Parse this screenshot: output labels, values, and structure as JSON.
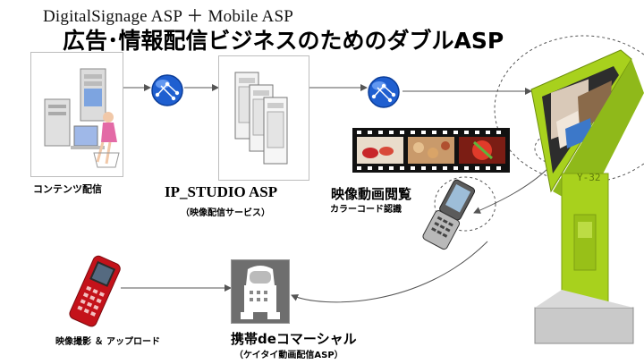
{
  "header": {
    "subtitle": "DigitalSignage ASP ＋ Mobile ASP",
    "title": "広告･情報配信ビジネスのためのダブルASP"
  },
  "nodes": {
    "contents": {
      "label": "コンテンツ配信"
    },
    "studio": {
      "label": "IP_STUDIO ASP",
      "sublabel": "（映像配信サービス）"
    },
    "viewing": {
      "label": "映像動画閲覧",
      "sublabel": "カラーコード認識"
    },
    "upload": {
      "label": "映像撮影 ＆ アップロード"
    },
    "mobile_cm": {
      "label": "携帯deコマーシャル",
      "sublabel": "（ケイタイ動画配信ASP）"
    }
  },
  "kiosk": {
    "label": "Y-32"
  },
  "colors": {
    "kiosk": "#a8d11d",
    "kiosk_dark": "#7ea012",
    "globe": "#1f5fd0",
    "phone_red": "#c4121a",
    "frame_border": "#bdbdbd",
    "arrow": "#555555"
  },
  "icons": [
    "globe-icon",
    "server-icon",
    "workstation-icon",
    "phone-icon",
    "robot-icon"
  ]
}
